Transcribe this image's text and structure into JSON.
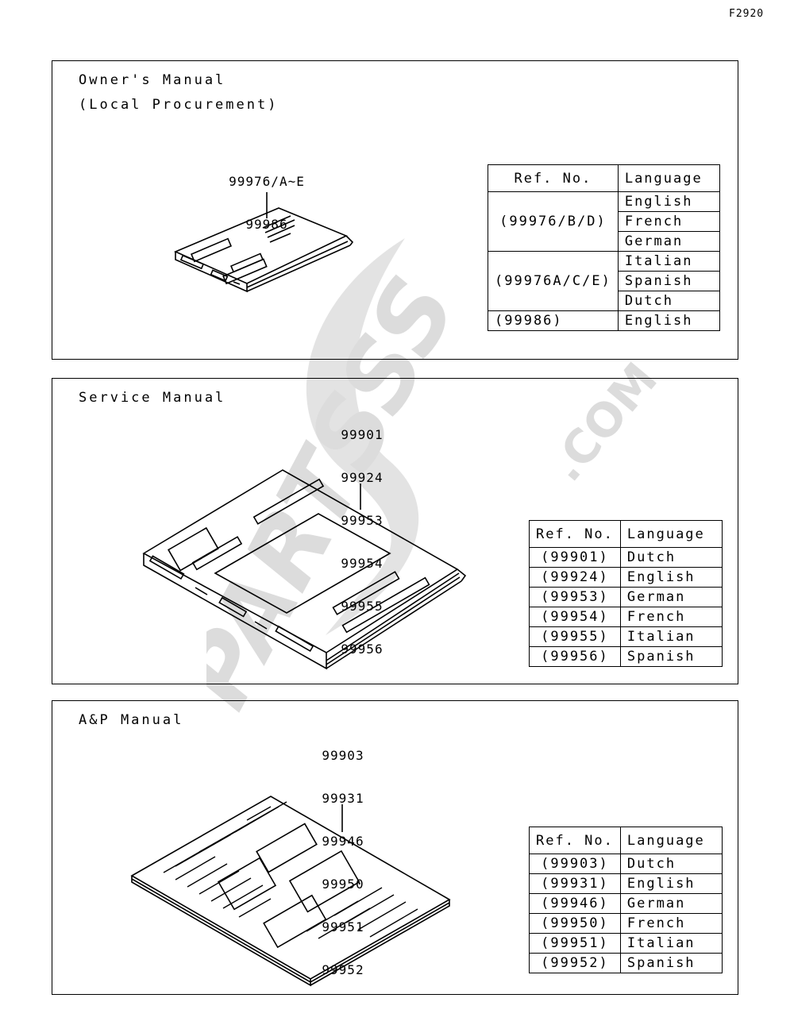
{
  "figure_code": "F2920",
  "watermark": "PARTSSS.COM",
  "table_headers": {
    "ref": "Ref. No.",
    "lang": "Language"
  },
  "owner": {
    "title": "Owner's Manual",
    "subtitle": "(Local Procurement)",
    "part_numbers": [
      "99976/A~E",
      "99986"
    ],
    "rows": [
      {
        "ref": "(99976/B/D)",
        "langs": [
          "English",
          "French",
          "German"
        ]
      },
      {
        "ref": "(99976A/C/E)",
        "langs": [
          "Italian",
          "Spanish",
          "Dutch"
        ]
      },
      {
        "ref": "(99986)",
        "langs": [
          "English"
        ]
      }
    ]
  },
  "service": {
    "title": "Service Manual",
    "part_numbers": [
      "99901",
      "99924",
      "99953",
      "99954",
      "99955",
      "99956"
    ],
    "rows": [
      {
        "ref": "(99901)",
        "lang": "Dutch"
      },
      {
        "ref": "(99924)",
        "lang": "English"
      },
      {
        "ref": "(99953)",
        "lang": "German"
      },
      {
        "ref": "(99954)",
        "lang": "French"
      },
      {
        "ref": "(99955)",
        "lang": "Italian"
      },
      {
        "ref": "(99956)",
        "lang": "Spanish"
      }
    ]
  },
  "ap": {
    "title": "A&P Manual",
    "part_numbers": [
      "99903",
      "99931",
      "99946",
      "99950",
      "99951",
      "99952"
    ],
    "rows": [
      {
        "ref": "(99903)",
        "lang": "Dutch"
      },
      {
        "ref": "(99931)",
        "lang": "English"
      },
      {
        "ref": "(99946)",
        "lang": "German"
      },
      {
        "ref": "(99950)",
        "lang": "French"
      },
      {
        "ref": "(99951)",
        "lang": "Italian"
      },
      {
        "ref": "(99952)",
        "lang": "Spanish"
      }
    ]
  }
}
